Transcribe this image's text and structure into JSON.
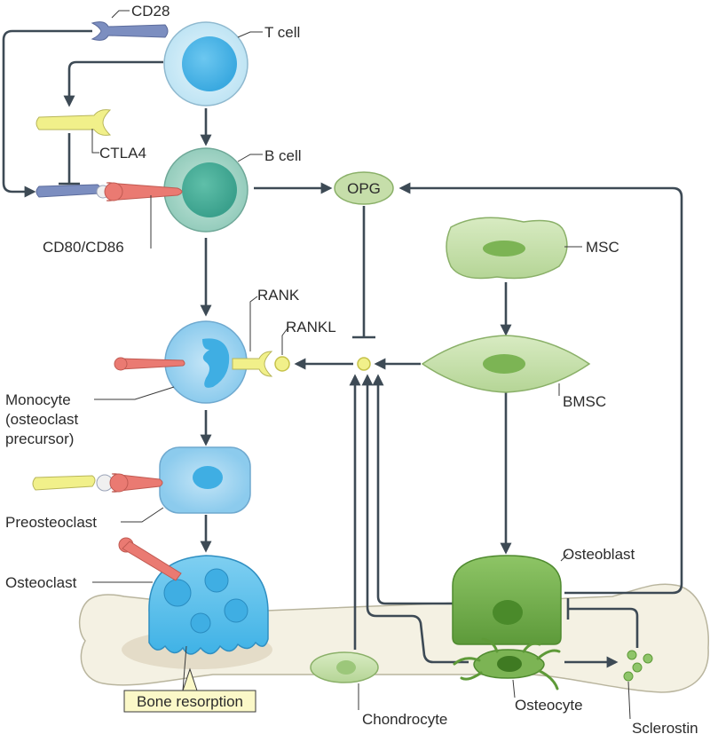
{
  "labels": {
    "cd28": "CD28",
    "t_cell": "T cell",
    "ctla4": "CTLA4",
    "b_cell": "B cell",
    "cd80_cd86": "CD80/CD86",
    "opg": "OPG",
    "msc": "MSC",
    "rank": "RANK",
    "rankl": "RANKL",
    "monocyte_1": "Monocyte",
    "monocyte_2": "(osteoclast",
    "monocyte_3": "precursor)",
    "bmsc": "BMSC",
    "preosteoclast": "Preosteoclast",
    "osteoclast": "Osteoclast",
    "osteoblast": "Osteoblast",
    "bone_resorption": "Bone resorption",
    "chondrocyte": "Chondrocyte",
    "osteocyte": "Osteocyte",
    "sclerostin": "Sclerostin"
  },
  "colors": {
    "arrow": "#3d4a55",
    "t_cell": "#c8e8f6",
    "b_cell": "#a9d8cb",
    "monocyte": "#a6d6f1",
    "osteoclast": "#5fc0ea",
    "green_cell": "#c6deaa",
    "osteoblast": "#7cb454",
    "bone": "#f4f1e3",
    "ligand_yellow": "#f1f08a",
    "receptor_blue": "#7c8ec0",
    "cd80_red": "#ea7a72",
    "label_box": "#fbf8c8"
  },
  "icons": {
    "cd28_receptor": "cd28-receptor-icon",
    "ctla4_receptor": "ctla4-receptor-icon",
    "cd80_ligand": "cd80-ligand-icon",
    "rank_receptor": "rank-receptor-icon",
    "rankl_ligand": "rankl-ligand-icon",
    "sclerostin_particles": "sclerostin-particles-icon"
  }
}
